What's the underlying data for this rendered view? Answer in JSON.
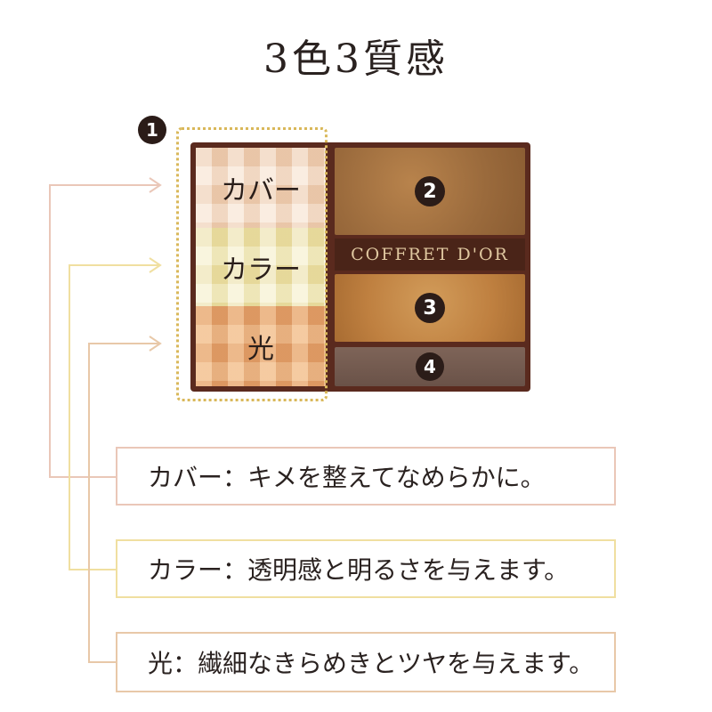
{
  "title": "3色3質感",
  "badges": {
    "one": "1",
    "two": "2",
    "three": "3",
    "four": "4"
  },
  "palette": {
    "brand_band": "COFFRET D'OR",
    "left_blocks": [
      {
        "label": "カバー",
        "color": "#f5d7bd"
      },
      {
        "label": "カラー",
        "color": "#f1e6b0"
      },
      {
        "label": "光",
        "color": "#eaaa72"
      }
    ],
    "pans": [
      {
        "number": "2",
        "color": "#9a6a3c"
      },
      {
        "number": "3",
        "color": "#bf8040"
      },
      {
        "number": "4",
        "color": "#6a5248"
      }
    ]
  },
  "descriptions": [
    {
      "text": "カバー：キメを整えてなめらかに。",
      "line_color": "#eac7b8"
    },
    {
      "text": "カラー：透明感と明るさを与えます。",
      "line_color": "#f0dfa0"
    },
    {
      "text": "光：繊細なきらめきとツヤを与えます。",
      "line_color": "#e8c8a8"
    }
  ]
}
